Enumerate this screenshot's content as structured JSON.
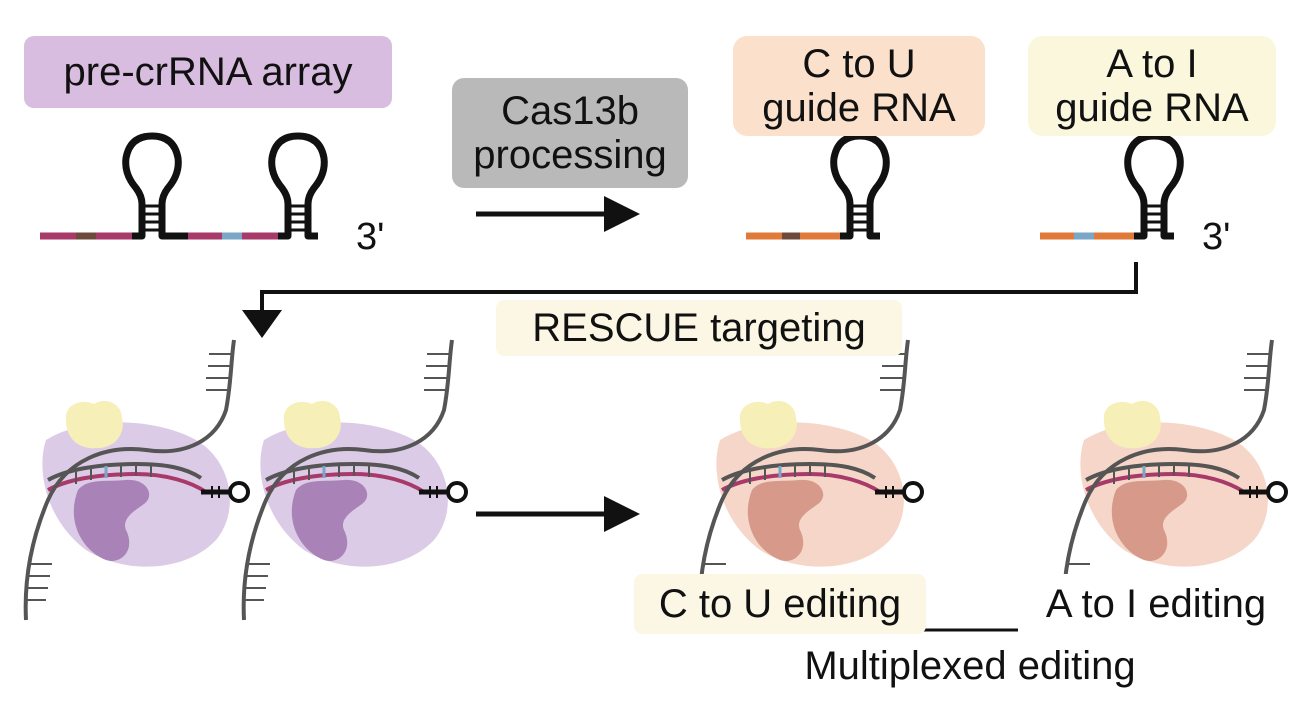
{
  "labels": {
    "pre_crrna_array": "pre-crRNA array",
    "cas13b_line1": "Cas13b",
    "cas13b_line2": "processing",
    "c_to_u_line1": "C to U",
    "c_to_u_line2": "guide RNA",
    "a_to_i_line1": "A to I",
    "a_to_i_line2": "guide RNA",
    "three_prime_1": "3'",
    "three_prime_2": "3'",
    "rescue_targeting": "RESCUE targeting",
    "c_to_u_editing": "C to U editing",
    "a_to_i_editing": "A to I editing",
    "multiplexed_editing": "Multiplexed editing"
  },
  "colors": {
    "pre_box": "#d9bde0",
    "cas_box": "#b9b9b9",
    "ctu_box": "#fbe1cc",
    "ati_box": "#fbf7dd",
    "rna_magenta": "#a83a6a",
    "rna_brown": "#6e4a3c",
    "rna_blue": "#7aa6c8",
    "rna_orange": "#e07a3a",
    "protein_purple": "#dccbe6",
    "protein_purple_dark": "#a983b8",
    "protein_peach": "#f6d6c8",
    "protein_peach_dark": "#d79a8a",
    "adar_yellow": "#f6f0b8"
  }
}
